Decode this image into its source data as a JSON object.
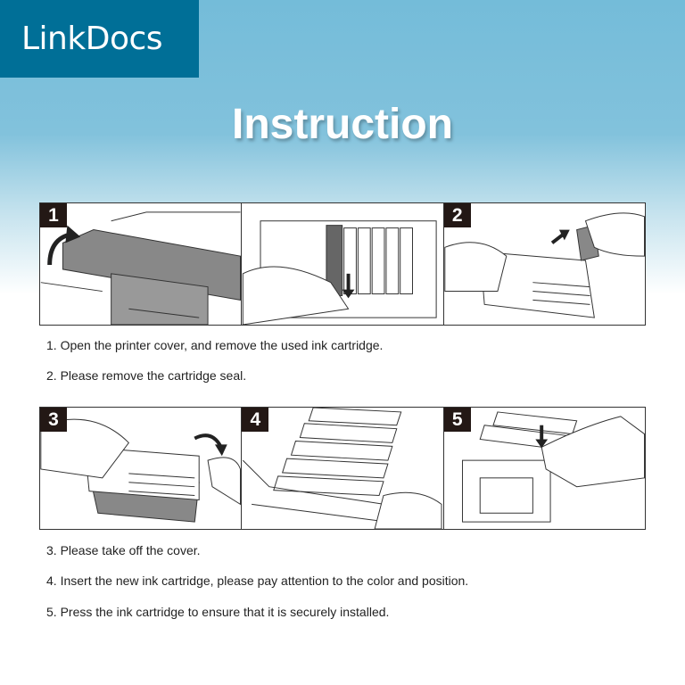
{
  "brand": {
    "logo": "LinkDocs",
    "color": "#006f97"
  },
  "title": "Instruction",
  "panels": [
    {
      "number": "1",
      "label": ""
    },
    {
      "number": "",
      "label": ""
    },
    {
      "number": "2",
      "label": ""
    },
    {
      "number": "3",
      "label": ""
    },
    {
      "number": "4",
      "label": ""
    },
    {
      "number": "5",
      "label": ""
    }
  ],
  "steps": [
    "1. Open the printer cover, and remove the used ink cartridge.",
    "2. Please remove the cartridge seal.",
    "3. Please take off the cover.",
    "4. Insert the new ink cartridge, please pay attention to the color and position.",
    "5. Press the ink cartridge to ensure that it is securely installed."
  ]
}
